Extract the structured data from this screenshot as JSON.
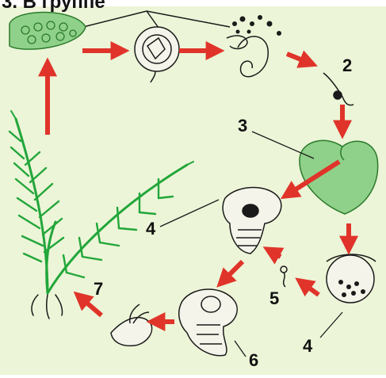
{
  "header": {
    "title_fragment": "3. В группе"
  },
  "labels": {
    "l2": "2",
    "l3": "3",
    "l4a": "4",
    "l4b": "4",
    "l5": "5",
    "l6": "6",
    "l7": "7"
  },
  "colors": {
    "background": "#ecf5d7",
    "arrow": "#e0342a",
    "fern_green": "#22a63a",
    "line": "#1a1a1a"
  },
  "icons": [
    "sorus-leaf-icon",
    "sporangium-icon",
    "bursting-sporangium-icon",
    "germinating-spore-icon",
    "prothallus-icon",
    "archegonium-icon",
    "antheridium-icon",
    "sperm-cell-icon",
    "embryo-archegonium-icon",
    "young-sporophyte-icon",
    "fern-frond-icon"
  ]
}
